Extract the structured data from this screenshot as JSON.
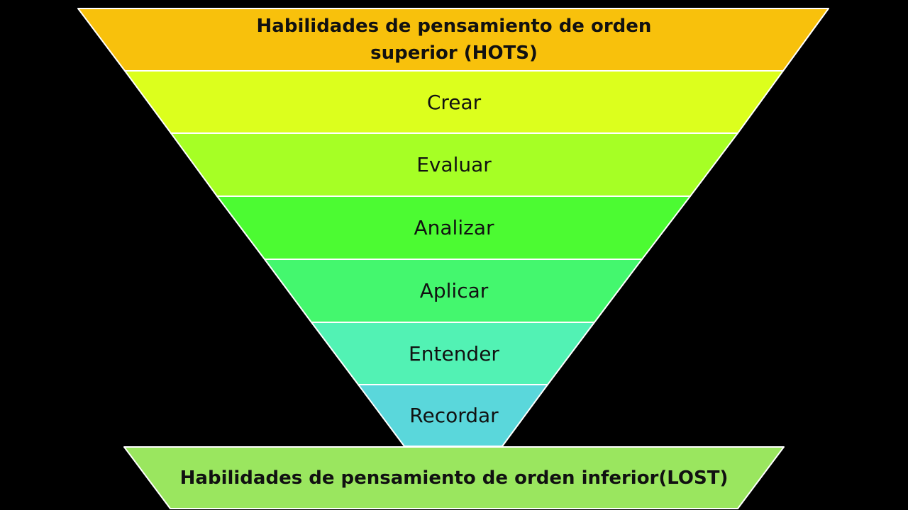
{
  "diagram": {
    "top": {
      "label": "Habilidades de pensamiento de orden superior (HOTS)",
      "color": "#f8c10c"
    },
    "levels": [
      {
        "label": "Crear",
        "color": "#dcff1d"
      },
      {
        "label": "Evaluar",
        "color": "#a6ff25"
      },
      {
        "label": "Analizar",
        "color": "#4cfb32"
      },
      {
        "label": "Aplicar",
        "color": "#44f76e"
      },
      {
        "label": "Entender",
        "color": "#52f2b4"
      },
      {
        "label": "Recordar",
        "color": "#5ad7db"
      }
    ],
    "bottom": {
      "label": "Habilidades de pensamiento de orden inferior(LOST)",
      "color": "#9ae65f"
    },
    "background": "#000000",
    "outline": "#ffffff"
  }
}
